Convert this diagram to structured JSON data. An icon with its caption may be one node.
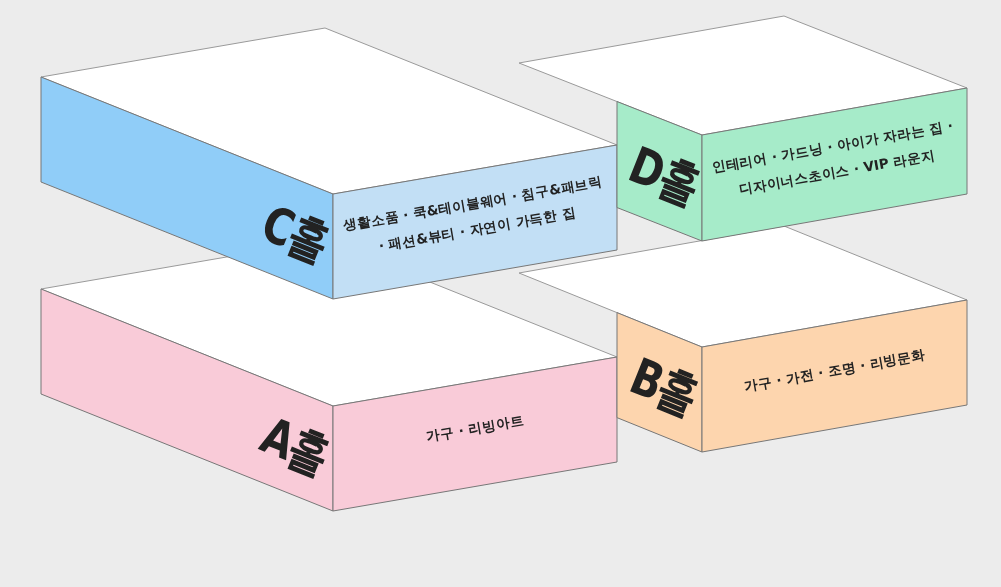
{
  "diagram": {
    "nodes": [
      {
        "text": [
          "C홀",
          "생활소품 · 쿡&테이블웨어 · 침구&패브릭 · 패션&뷰티 · 자연이 가득한 집"
        ]
      },
      {
        "text": [
          "D홀",
          "인테리어 · 가드닝 · 아이가 자라는 집 · 디자이너스초이스 · VIP 라운지"
        ]
      },
      {
        "text": [
          "A홀",
          "가구 · 리빙아트"
        ]
      },
      {
        "text": [
          "B홀",
          "가구 · 가전 · 조명 · 리빙문화"
        ]
      }
    ]
  }
}
